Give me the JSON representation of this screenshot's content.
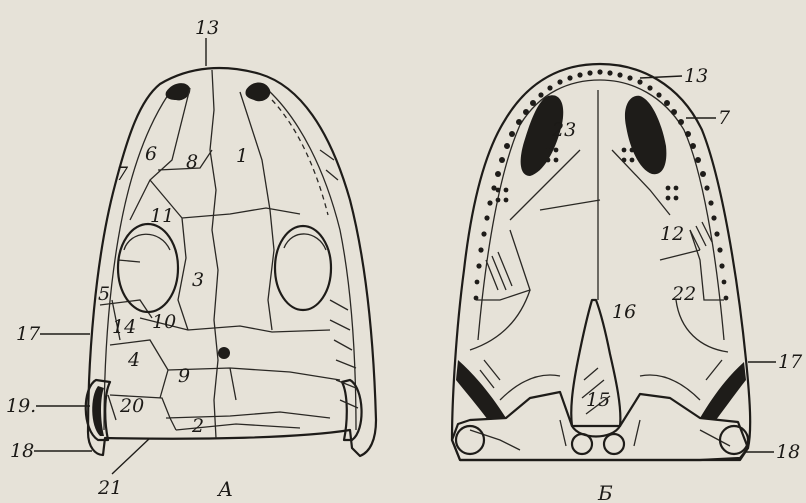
{
  "figure_a": {
    "caption": "А",
    "labels": {
      "l13": "13",
      "l7": "7",
      "l6": "6",
      "l8": "8",
      "l1": "1",
      "l11": "11",
      "l3": "3",
      "l5": "5",
      "l14": "14",
      "l10": "10",
      "l17": "17",
      "l4": "4",
      "l9": "9",
      "l19": "19.",
      "l20": "20",
      "l18": "18",
      "l2": "2",
      "l21": "21"
    }
  },
  "figure_b": {
    "caption": "Б",
    "labels": {
      "l13": "13",
      "l7": "7",
      "l23": "23",
      "l12": "12",
      "l22": "22",
      "l16": "16",
      "l17": "17",
      "l15": "15",
      "l18": "18"
    }
  }
}
